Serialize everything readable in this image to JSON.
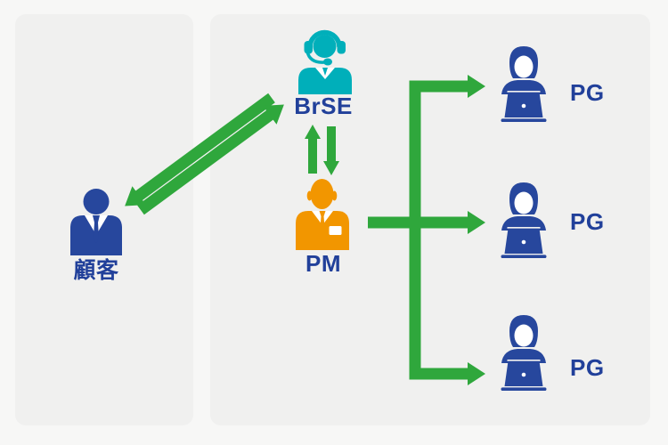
{
  "colors": {
    "background": "#f7f7f6",
    "panel": "#f0f0ef",
    "arrow_green": "#2fa73c",
    "label_blue": "#21409a",
    "customer_blue": "#27479d",
    "brse_teal": "#00afba",
    "pm_orange": "#f29600",
    "pg_blue": "#27479d"
  },
  "left_panel": {
    "title": "customer-area",
    "actor": {
      "role": "customer",
      "label": "顧客",
      "icon": "businessman-icon"
    }
  },
  "right_panel": {
    "title": "offshore-team-area",
    "actors": {
      "brse": {
        "role": "bridge-se",
        "label": "BrSE",
        "icon": "headset-operator-icon"
      },
      "pm": {
        "role": "project-manager",
        "label": "PM",
        "icon": "manager-icon"
      },
      "pg1": {
        "role": "programmer",
        "label": "PG",
        "icon": "programmer-laptop-icon"
      },
      "pg2": {
        "role": "programmer",
        "label": "PG",
        "icon": "programmer-laptop-icon"
      },
      "pg3": {
        "role": "programmer",
        "label": "PG",
        "icon": "programmer-laptop-icon"
      }
    }
  },
  "connections": [
    {
      "from": "BrSE",
      "to": "顧客",
      "style": "diagonal-arrow"
    },
    {
      "from": "顧客",
      "to": "BrSE",
      "style": "diagonal-arrow"
    },
    {
      "from": "PM",
      "to": "BrSE",
      "style": "vertical-arrow-up"
    },
    {
      "from": "BrSE",
      "to": "PM",
      "style": "vertical-arrow-down"
    },
    {
      "from": "PM",
      "to": "PG",
      "style": "branching-arrow",
      "branch_count": 3
    }
  ]
}
